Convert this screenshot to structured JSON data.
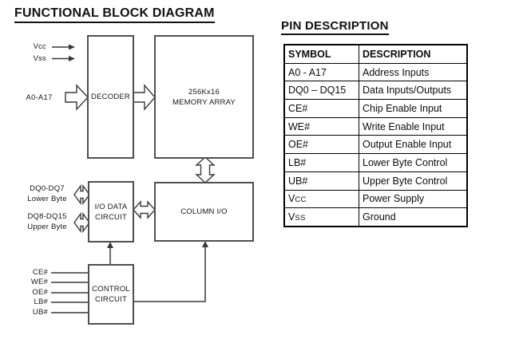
{
  "diagram": {
    "title": "FUNCTIONAL BLOCK DIAGRAM",
    "blocks": {
      "decoder": "DECODER",
      "memory_line1": "256Kx16",
      "memory_line2": "MEMORY ARRAY",
      "io_data_line1": "I/O DATA",
      "io_data_line2": "CIRCUIT",
      "column_io": "COLUMN I/O",
      "control_line1": "CONTROL",
      "control_line2": "CIRCUIT"
    },
    "signals": {
      "vcc": "Vcc",
      "vss": "Vss",
      "address": "A0-A17",
      "dq_low_line1": "DQ0-DQ7",
      "dq_low_line2": "Lower Byte",
      "dq_high_line1": "DQ8-DQ15",
      "dq_high_line2": "Upper Byte",
      "ce": "CE#",
      "we": "WE#",
      "oe": "OE#",
      "lb": "LB#",
      "ub": "UB#"
    }
  },
  "pin_table": {
    "title": "PIN DESCRIPTION",
    "headers": [
      "SYMBOL",
      "DESCRIPTION"
    ],
    "rows": [
      {
        "sym": "A0 - A17",
        "sub": "",
        "desc": "Address Inputs"
      },
      {
        "sym": "DQ0 – DQ15",
        "sub": "",
        "desc": "Data Inputs/Outputs"
      },
      {
        "sym": "CE#",
        "sub": "",
        "desc": "Chip Enable Input"
      },
      {
        "sym": "WE#",
        "sub": "",
        "desc": "Write Enable Input"
      },
      {
        "sym": "OE#",
        "sub": "",
        "desc": "Output Enable Input"
      },
      {
        "sym": "LB#",
        "sub": "",
        "desc": "Lower Byte Control"
      },
      {
        "sym": "UB#",
        "sub": "",
        "desc": "Upper Byte Control"
      },
      {
        "sym": "V",
        "sub": "CC",
        "desc": "Power Supply"
      },
      {
        "sym": "V",
        "sub": "SS",
        "desc": "Ground"
      }
    ]
  },
  "colors": {
    "background": "#ffffff",
    "diagram_line": "#4f4f52",
    "arrow_outline": "#39393b",
    "text": "#161618",
    "table_border": "#000000"
  }
}
